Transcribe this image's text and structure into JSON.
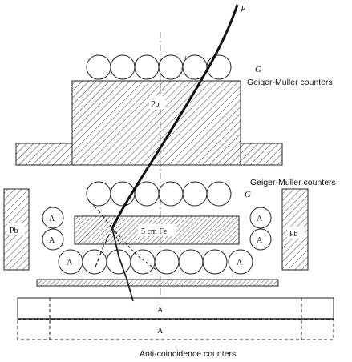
{
  "labels": {
    "muon": "μ",
    "g_top": "G",
    "gm_top": "Geiger-Muller counters",
    "pb_center": "Pb",
    "gm_mid": "Geiger-Muller counters",
    "g_mid": "G",
    "pb_left": "Pb",
    "pb_right": "Pb",
    "iron": "5 cm Fe",
    "a_counter": "A",
    "anti_counter_1": "A",
    "anti_counter_2": "A",
    "anti_title": "Anti-coincidence counters"
  }
}
